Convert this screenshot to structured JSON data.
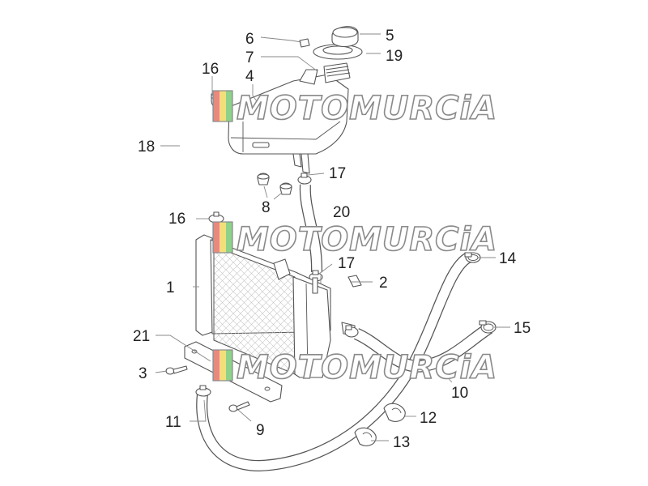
{
  "watermark": {
    "text": "MOTOMURCiA",
    "colors": {
      "red": "#e8897e",
      "yellow": "#f2df7a",
      "green": "#8fd18b"
    }
  },
  "callouts": [
    "1",
    "2",
    "3",
    "4",
    "5",
    "6",
    "7",
    "8",
    "9",
    "10",
    "11",
    "12",
    "13",
    "14",
    "15",
    "16",
    "16",
    "17",
    "17",
    "18",
    "19",
    "20",
    "21"
  ],
  "colors": {
    "line": "#555555",
    "leader": "#888888",
    "text": "#222222",
    "background": "#ffffff"
  }
}
